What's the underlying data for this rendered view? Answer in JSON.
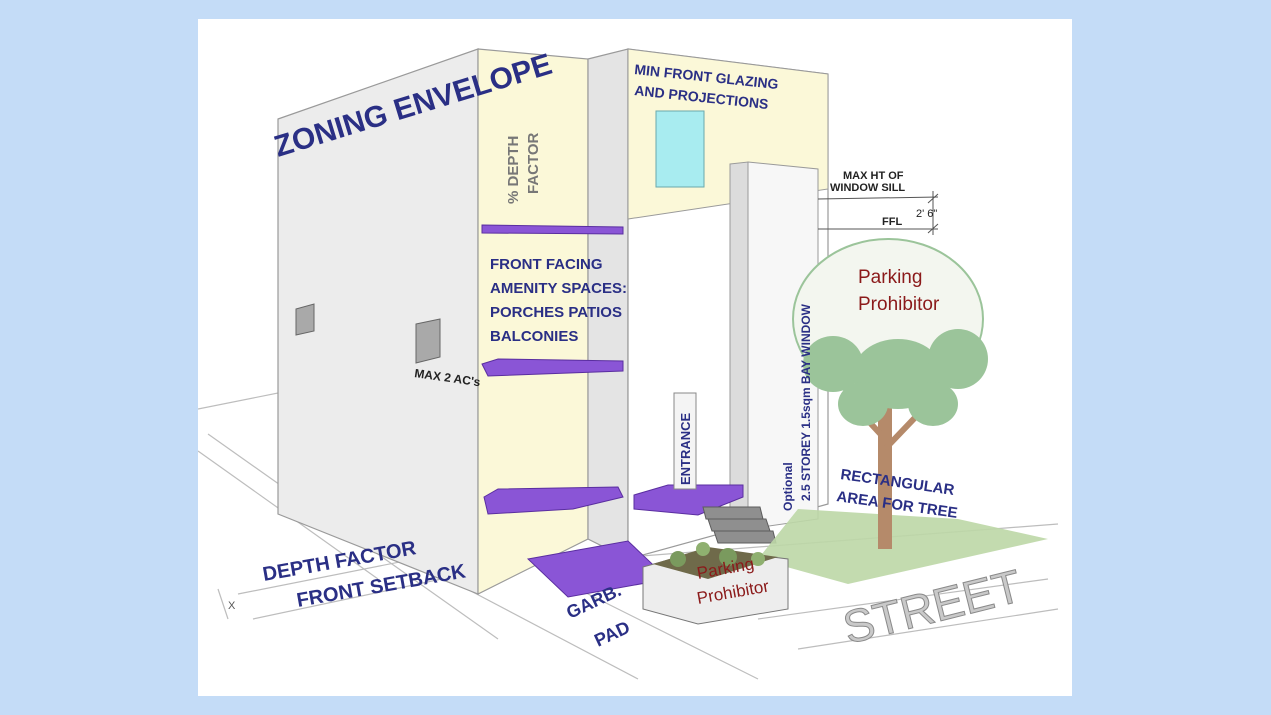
{
  "labels": {
    "zoning_envelope": "ZONING ENVELOPE",
    "depth_factor_pct_line1": "% DEPTH",
    "depth_factor_pct_line2": "FACTOR",
    "min_front_glazing_line1": "MIN FRONT GLAZING",
    "min_front_glazing_line2": "AND PROJECTIONS",
    "max_ht_sill_line1": "MAX HT OF",
    "max_ht_sill_line2": "WINDOW SILL",
    "ffl": "FFL",
    "sill_dimension": "2' 6\"",
    "amenity_line1": "FRONT FACING",
    "amenity_line2": "AMENITY SPACES:",
    "amenity_line3": "PORCHES PATIOS",
    "amenity_line4": "BALCONIES",
    "max_acs": "MAX 2 AC's",
    "entrance": "ENTRANCE",
    "bay_window_line1": "Optional",
    "bay_window_line2": "2.5 STOREY 1.5sqm BAY WINDOW",
    "parking_prohibitor_tree_line1": "Parking",
    "parking_prohibitor_tree_line2": "Prohibitor",
    "parking_prohibitor_planter_line1": "Parking",
    "parking_prohibitor_planter_line2": "Prohibitor",
    "tree_area_line1": "RECTANGULAR",
    "tree_area_line2": "AREA FOR TREE",
    "depth_factor": "DEPTH FACTOR",
    "front_setback": "FRONT SETBACK",
    "garbage_pad_line1": "GARB.",
    "garbage_pad_line2": "PAD",
    "street": "STREET",
    "x_dim": "X"
  },
  "colors": {
    "background": "#c4dcf7",
    "label_navy": "#2a2f85",
    "prohibitor_red": "#8b1a1a",
    "amenity_purple": "#8a55d6",
    "facade_cream": "#fbf8d8",
    "glazing_cyan": "#a8ecf0",
    "tree_green": "#9bc49a",
    "lawn_green": "#bcd7a6"
  }
}
